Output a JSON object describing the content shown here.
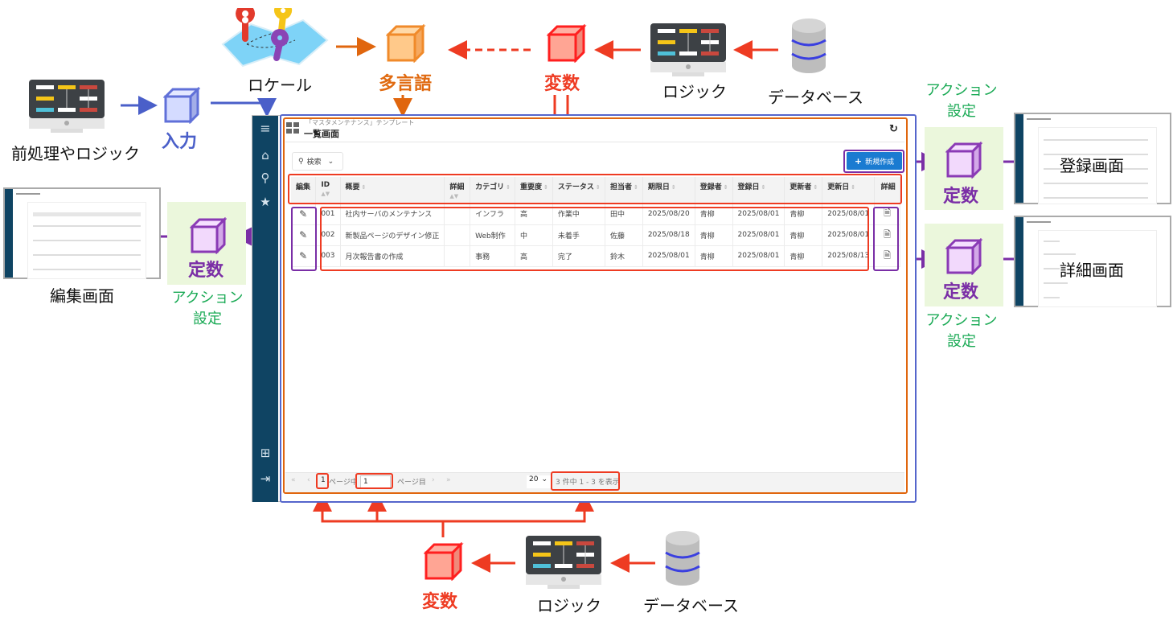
{
  "diagram": {
    "sources": {
      "top_logic_label": "ロジック",
      "top_database_label": "データベース",
      "left_logic_label": "前処理やロジック",
      "bottom_logic_label": "ロジック",
      "bottom_database_label": "データベース",
      "locale_label": "ロケール"
    },
    "cubes": {
      "input_label": "入力",
      "multilang_label": "多言語",
      "variable_top_label": "変数",
      "variable_bottom_label": "変数",
      "constant_right_top_label": "定数",
      "constant_right_bottom_label": "定数",
      "constant_left_label": "定数"
    },
    "action_settings": {
      "right_top": [
        "アクション",
        "設定"
      ],
      "right_bottom": [
        "アクション",
        "設定"
      ],
      "left": [
        "アクション",
        "設定"
      ]
    },
    "screens": {
      "register_label": "登録画面",
      "detail_label": "詳細画面",
      "edit_label": "編集画面"
    },
    "colors": {
      "variable": "#ee3b22",
      "multilang": "#e0660e",
      "input": "#4a5fc9",
      "constant": "#7a2ea6",
      "action": "#1aaa55"
    }
  },
  "app": {
    "header": {
      "subtitle": "「マスタメンテナンス」テンプレート",
      "title": "一覧画面"
    },
    "sidebar": {
      "items": [
        {
          "icon": "menu-icon",
          "glyph": "≡"
        },
        {
          "icon": "home-icon",
          "glyph": "⌂"
        },
        {
          "icon": "search-icon",
          "glyph": "⚲"
        },
        {
          "icon": "star-icon",
          "glyph": "★"
        },
        {
          "icon": "sitemap-icon",
          "glyph": "⊞"
        },
        {
          "icon": "logout-icon",
          "glyph": "⇥"
        }
      ]
    },
    "toolbar": {
      "search_label": "検索",
      "new_label": "新規作成"
    },
    "table": {
      "columns": [
        "編集",
        "ID",
        "概要",
        "詳細",
        "カテゴリ",
        "重要度",
        "ステータス",
        "担当者",
        "期限日",
        "登録者",
        "登録日",
        "更新者",
        "更新日",
        "詳細"
      ],
      "rows": [
        [
          "001",
          "社内サーバのメンテナンス",
          "",
          "インフラ",
          "高",
          "作業中",
          "田中",
          "2025/08/20",
          "青柳",
          "2025/08/01",
          "青柳",
          "2025/08/01"
        ],
        [
          "002",
          "新製品ページのデザイン修正",
          "",
          "Web制作",
          "中",
          "未着手",
          "佐藤",
          "2025/08/18",
          "青柳",
          "2025/08/01",
          "青柳",
          "2025/08/01"
        ],
        [
          "003",
          "月次報告書の作成",
          "",
          "事務",
          "高",
          "完了",
          "鈴木",
          "2025/08/01",
          "青柳",
          "2025/08/01",
          "青柳",
          "2025/08/13"
        ]
      ]
    },
    "pager": {
      "first": "«",
      "prev": "‹",
      "total_pages": "1",
      "pages_of_label": "ページ中",
      "current_page": "1",
      "page_suffix": "ページ目",
      "next": "›",
      "last": "»",
      "page_size": "20",
      "summary": "3 件中 1 - 3 を表示"
    }
  }
}
